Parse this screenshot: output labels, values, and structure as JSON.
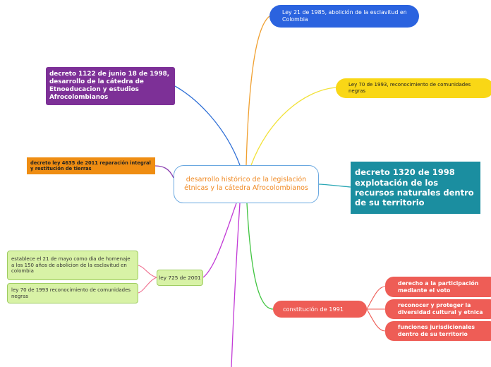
{
  "central": "desarrollo histórico de la legislación étnicas y la cátedra Afrocolombianos",
  "nodes": {
    "ley21": "Ley 21 de 1985, abolición de la esclavitud en Colombia",
    "ley70": "Ley 70 de 1993, reconocimiento de comunidades negras",
    "decreto1320": "decreto 1320 de 1998 explotación de los recursos naturales dentro de su territorio",
    "decreto1122": "decreto 1122 de junio 18 de 1998, desarrollo de la cátedra de Etnoeducacion y estudios Afrocolombianos",
    "decreto4635": "decreto ley 4635 de 2011 reparación integral y restitución de tierras",
    "ley725": "ley 725 de 2001",
    "establece": "establece el 21 de mayo como dia de homenaje a los 150 años de abolicion de la esclavitud en colombia",
    "ley70b": "ley 70 de 1993 reconocimiento de comunidades negras",
    "constitucion": "constitución de 1991",
    "participacion": "derecho a la participación mediante el voto",
    "diversidad": "reconocer y proteger la diversidad cultural y etnica",
    "jurisdiccionales": "funciones jurisdicionales dentro de su territorio"
  },
  "colors": {
    "ley21": "#2b63df",
    "ley70": "#f9d716",
    "decreto1320": "#1b8ea0",
    "decreto1122": "#7d3097",
    "decreto4635": "#ef8d12",
    "ley725": "#d8f2a6",
    "constitucion": "#ee5d56",
    "central_text": "#f08a24"
  }
}
